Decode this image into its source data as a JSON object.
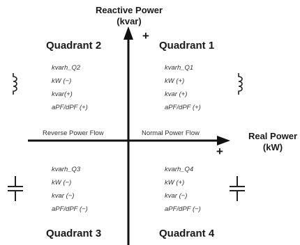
{
  "y_axis": {
    "line1": "Reactive Power",
    "line2": "(kvar)",
    "sign": "+"
  },
  "x_axis": {
    "line1": "Real Power",
    "line2": "(kW)",
    "sign": "+"
  },
  "flows": {
    "left": "Reverse Power Flow",
    "right": "Normal Power Flow"
  },
  "quadrants": [
    {
      "title": "Quadrant 1",
      "lines": [
        "kvarh_Q1",
        "kW (+)",
        "kvar (+)",
        "aPF/dPF (+)"
      ],
      "symbol": "inductor-icon"
    },
    {
      "title": "Quadrant 2",
      "lines": [
        "kvarh_Q2",
        "kW (−)",
        "kvar(+)",
        "aPF/dPF (+)"
      ],
      "symbol": "inductor-icon"
    },
    {
      "title": "Quadrant 3",
      "lines": [
        "kvarh_Q3",
        "kW (−)",
        "kvar (−)",
        "aPF/dPF (−)"
      ],
      "symbol": "capacitor-icon"
    },
    {
      "title": "Quadrant 4",
      "lines": [
        "kvarh_Q4",
        "kW (+)",
        "kvar (−)",
        "aPF/dPF (−)"
      ],
      "symbol": "capacitor-icon"
    }
  ],
  "colors": {
    "axis": "#111111",
    "text": "#1a1a1a"
  }
}
